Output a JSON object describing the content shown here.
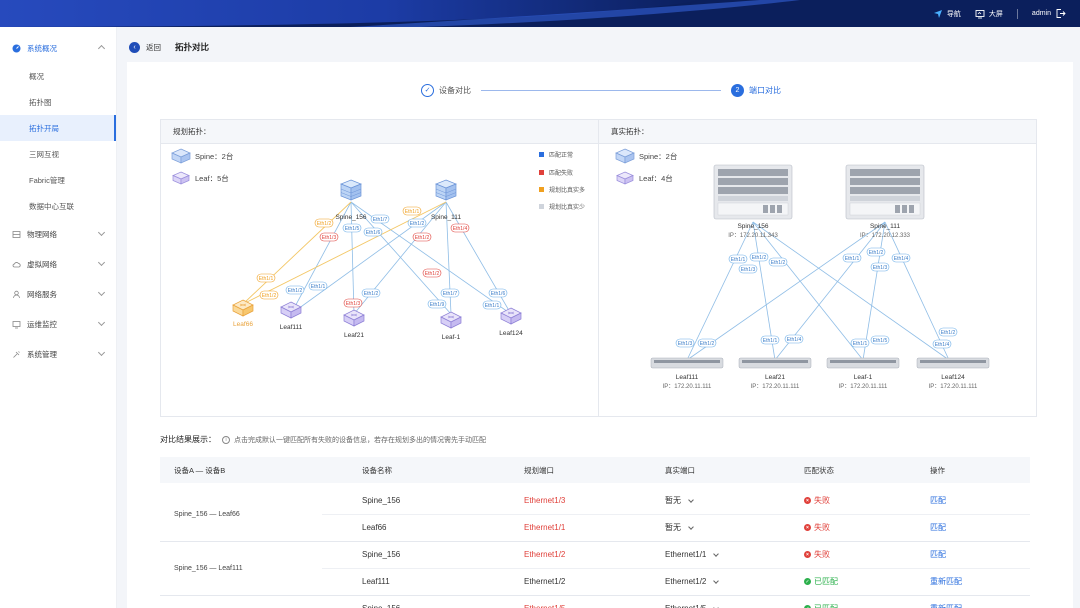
{
  "header": {
    "nav_label": "导航",
    "screen_label": "大屏",
    "user": "admin",
    "colors": {
      "bg": "#0b1f5c",
      "accent": "#2a6ede"
    }
  },
  "sidebar": {
    "groups": [
      {
        "label": "系统概况",
        "icon": "dashboard-icon",
        "expanded": true,
        "items": [
          "概况",
          "拓扑图",
          "拓扑开局",
          "三网互视",
          "Fabric管理",
          "数据中心互联"
        ]
      },
      {
        "label": "物理网络",
        "icon": "server-icon"
      },
      {
        "label": "虚拟网络",
        "icon": "cloud-icon"
      },
      {
        "label": "网络服务",
        "icon": "service-icon"
      },
      {
        "label": "运维监控",
        "icon": "monitor-icon"
      },
      {
        "label": "系统管理",
        "icon": "settings-icon"
      }
    ],
    "active_item": "拓扑开局"
  },
  "breadcrumb": {
    "back": "返回",
    "title": "拓扑对比"
  },
  "steps": [
    {
      "label": "设备对比",
      "state": "done"
    },
    {
      "label": "端口对比",
      "state": "current",
      "number": "2"
    }
  ],
  "planned": {
    "title": "规划拓扑：",
    "spine_count": "Spine：2台",
    "leaf_count": "Leaf：5台",
    "legend": [
      "匹配正常",
      "匹配失败",
      "规划比真实多",
      "规划比真实少"
    ],
    "legend_colors": [
      "#2a6ede",
      "#e0403a",
      "#f0a020",
      "#cfd4dc"
    ],
    "nodes": {
      "spine1": "Spine_156",
      "spine2": "Spine_111",
      "leaf1": "Leaf66",
      "leaf2": "Leaf111",
      "leaf3": "Leaf21",
      "leaf4": "Leaf-1",
      "leaf5": "Leaf124"
    },
    "ports": {
      "p1": "Eth1/2",
      "p2": "Eth1/3",
      "p3": "Eth1/5",
      "p4": "Eth1/6",
      "p5": "Eth1/7",
      "p6": "Eth1/1",
      "p7": "Eth1/2",
      "p8": "Eth1/4",
      "p9": "Eth1/2",
      "p10": "Eth1/1",
      "p11": "Eth1/2",
      "p12": "Eth1/2",
      "p13": "Eth1/1",
      "p14": "Eth1/3",
      "p15": "Eth1/2",
      "p16": "Eth1/9",
      "p17": "Eth1/7",
      "p18": "Eth1/6",
      "p19": "Eth1/1"
    }
  },
  "real": {
    "title": "真实拓扑：",
    "spine_count": "Spine：2台",
    "leaf_count": "Leaf：4台",
    "spines": [
      {
        "name": "Spine_156",
        "ip": "IP：172.20.11.343"
      },
      {
        "name": "Spine_111",
        "ip": "IP：172.20.12.333"
      }
    ],
    "leafs": [
      {
        "name": "Leaf111",
        "ip": "IP：172.20.11.111"
      },
      {
        "name": "Leaf21",
        "ip": "IP：172.20.11.111"
      },
      {
        "name": "Leaf-1",
        "ip": "IP：172.20.11.111"
      },
      {
        "name": "Leaf124",
        "ip": "IP：172.20.11.111"
      }
    ],
    "ports": {
      "s1a": "Eth1/1",
      "s1b": "Eth1/2",
      "s1c": "Eth1/3",
      "s1d": "Eth1/2",
      "s2a": "Eth1/1",
      "s2b": "Eth1/2",
      "s2c": "Eth1/3",
      "s2d": "Eth1/4",
      "l1a": "Eth1/3",
      "l1b": "Eth1/2",
      "l2a": "Eth1/1",
      "l2b": "Eth1/4",
      "l3a": "Eth1/1",
      "l3b": "Eth1/5",
      "l4a": "Eth1/4",
      "l4b": "Eth1/2"
    }
  },
  "result": {
    "title": "对比结果展示：",
    "hint": "点击完成默认一键匹配所有失败的设备信息，若存在规划多出的情况需先手动匹配",
    "columns": [
      "设备A — 设备B",
      "设备名称",
      "规划端口",
      "真实端口",
      "匹配状态",
      "操作"
    ],
    "groups": [
      {
        "pair": "Spine_156 —  Leaf66",
        "rows": [
          {
            "name": "Spine_156",
            "planned": "Ethernet1/3",
            "planned_error": true,
            "real": "暂无",
            "status": "失败",
            "ok": false,
            "action": "匹配"
          },
          {
            "name": "Leaf66",
            "planned": "Ethernet1/1",
            "planned_error": true,
            "real": "暂无",
            "status": "失败",
            "ok": false,
            "action": "匹配"
          }
        ]
      },
      {
        "pair": "Spine_156 —  Leaf111",
        "rows": [
          {
            "name": "Spine_156",
            "planned": "Ethernet1/2",
            "planned_error": true,
            "real": "Ethernet1/1",
            "status": "失败",
            "ok": false,
            "action": "匹配"
          },
          {
            "name": "Leaf111",
            "planned": "Ethernet1/2",
            "planned_error": false,
            "real": "Ethernet1/2",
            "status": "已匹配",
            "ok": true,
            "action": "重新匹配"
          }
        ]
      },
      {
        "pair": "",
        "rows": [
          {
            "name": "Spine_156",
            "planned": "Ethernet1/5",
            "planned_error": true,
            "real": "Ethernet1/5",
            "status": "已匹配",
            "ok": true,
            "action": "重新匹配"
          }
        ]
      }
    ]
  }
}
